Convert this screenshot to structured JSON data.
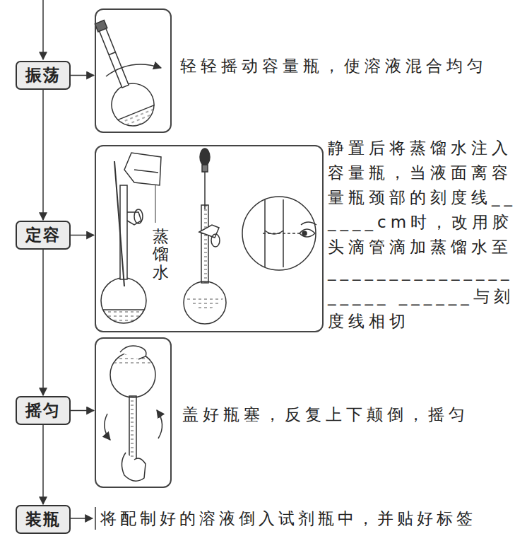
{
  "diagram": {
    "nodes": [
      {
        "text": [
          "振荡"
        ]
      },
      {
        "text": [
          "轻轻摇动容量瓶，使溶液混合均匀"
        ]
      },
      {
        "text": [
          "定容"
        ]
      },
      {
        "text": [
          "静置后将蒸馏水注入容量瓶，当液面离容量瓶颈部的刻度线______cm时，改用胶头滴管滴加蒸馏水至____________________ ______与刻度线相切",
          "蒸馏水"
        ]
      },
      {
        "text": [
          "摇匀"
        ]
      },
      {
        "text": [
          "盖好瓶塞，反复上下颠倒，摇匀"
        ]
      },
      {
        "text": [
          "装瓶"
        ]
      }
    ],
    "edges": [
      {
        "from": 0,
        "to": 1,
        "arrow": "to"
      },
      {
        "from": 0,
        "to": 2,
        "arrow": "to"
      },
      {
        "from": 2,
        "to": 3,
        "arrow": "to"
      },
      {
        "from": 2,
        "to": 4,
        "arrow": "to"
      },
      {
        "from": 4,
        "to": 5,
        "arrow": "to"
      },
      {
        "from": 4,
        "to": 6,
        "arrow": "to"
      }
    ],
    "labels": [
      "将配制好的溶液倒入试剂瓶中，并贴好标签"
    ]
  }
}
